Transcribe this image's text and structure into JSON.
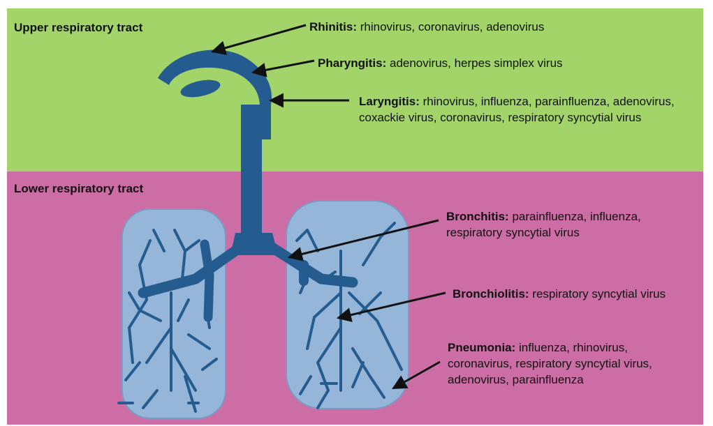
{
  "colors": {
    "upper_region": "#a3d46a",
    "lower_region": "#cd6da6",
    "airway": "#255c90",
    "lung_fill": "#95b6d8",
    "lung_stroke": "#7a9cc4",
    "arrow": "#111111"
  },
  "regions": {
    "upper": "Upper respiratory tract",
    "lower": "Lower respiratory tract"
  },
  "annotations": {
    "rhinitis": {
      "term": "Rhinitis:",
      "viruses": "rhinovirus, coronavirus, adenovirus"
    },
    "pharyngitis": {
      "term": "Pharyngitis:",
      "viruses": "adenovirus, herpes simplex virus"
    },
    "laryngitis": {
      "term": "Laryngitis:",
      "viruses": "rhinovirus, influenza, parainfluenza, adenovirus, coxackie virus, coronavirus, respiratory syncytial virus"
    },
    "bronchitis": {
      "term": "Bronchitis:",
      "viruses": "parainfluenza, influenza, respiratory syncytial virus"
    },
    "bronchiolitis": {
      "term": "Bronchiolitis:",
      "viruses": "respiratory syncytial virus"
    },
    "pneumonia": {
      "term": "Pneumonia:",
      "viruses": "influenza, rhinovirus, coronavirus, respiratory syncytial virus, adenovirus, parainfluenza"
    }
  },
  "icons": {
    "airway": "trachea-bronchi-illustration",
    "lungs": "lung-lobes-illustration",
    "arrows": "arrow-pointer"
  }
}
